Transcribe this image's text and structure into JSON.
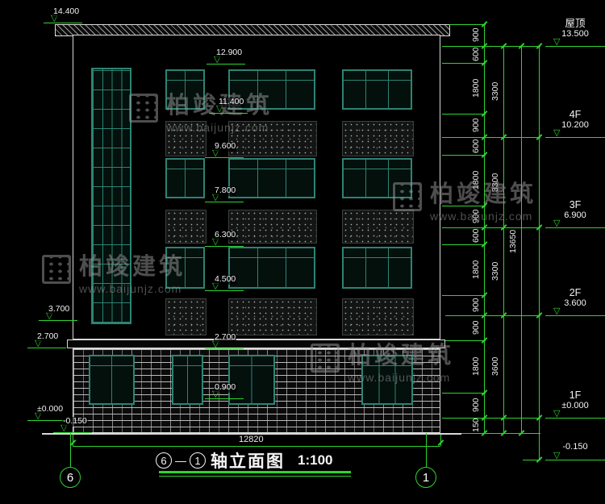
{
  "drawing": {
    "top_elevation": "14.400",
    "inner_elevations": [
      "12.900",
      "11.400",
      "9.600",
      "7.800",
      "6.300",
      "4.500",
      "2.700",
      "0.900"
    ],
    "left_elevations": [
      "3.700",
      "2.700",
      "±0.000",
      "-0.150"
    ]
  },
  "right": {
    "floors": [
      {
        "name": "屋顶",
        "elev": "13.500"
      },
      {
        "name": "4F",
        "elev": "10.200"
      },
      {
        "name": "3F",
        "elev": "6.900"
      },
      {
        "name": "2F",
        "elev": "3.600"
      },
      {
        "name": "1F",
        "elev": "±0.000"
      },
      {
        "name": "",
        "elev": "-0.150"
      }
    ],
    "dims_inner": [
      "900",
      "600",
      "1800",
      "900",
      "600",
      "1800",
      "900",
      "600",
      "1800",
      "900",
      "900",
      "1800",
      "900",
      "150"
    ],
    "dims_outer": [
      "3300",
      "3300",
      "3300",
      "3600"
    ],
    "overall": "13650"
  },
  "bottom": {
    "overall_width": "12820",
    "axis_left": "6",
    "axis_right": "1",
    "title_from": "6",
    "title_to": "1",
    "title_text": "轴立面图",
    "scale": "1:100"
  },
  "watermark": {
    "name": "柏竣建筑",
    "url": "www.baijunjz.com"
  }
}
